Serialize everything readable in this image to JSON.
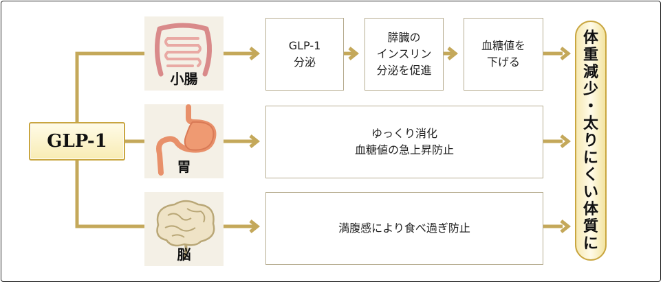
{
  "source": {
    "label": "GLP-1"
  },
  "organs": [
    {
      "key": "small-intestine",
      "label": "小腸"
    },
    {
      "key": "stomach",
      "label": "胃"
    },
    {
      "key": "brain",
      "label": "脳"
    }
  ],
  "row1_steps": [
    "GLP-1\n分泌",
    "膵臓の\nインスリン\n分泌を促進",
    "血糖値を\n下げる"
  ],
  "row2_effect": "ゆっくり消化\n血糖値の急上昇防止",
  "row3_effect": "満腹感により食べ過ぎ防止",
  "result": "体重減少・太りにくい体質に",
  "colors": {
    "connector": "#c4a85a",
    "box_border": "#b5ab8e",
    "accent_border": "#c9a640"
  }
}
